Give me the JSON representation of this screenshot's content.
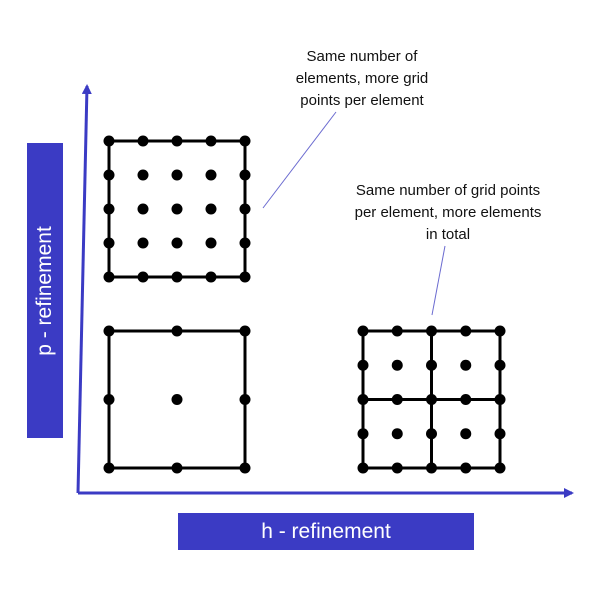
{
  "colors": {
    "axis": "#3b3bc4",
    "label_box": "#3b3bc4",
    "element": "#000000",
    "leader_line": "#6b6bd0"
  },
  "axes": {
    "x_label": "h - refinement",
    "y_label": "p - refinement"
  },
  "annotations": {
    "p_refinement": {
      "lines": [
        "Same number of",
        "elements, more grid",
        "points per element"
      ]
    },
    "h_refinement": {
      "lines": [
        "Same number of grid points",
        "per element, more elements",
        "in total"
      ]
    }
  },
  "elements": {
    "base": {
      "points_per_side": 3,
      "subdivisions": 1
    },
    "p_refined": {
      "points_per_side": 5,
      "subdivisions": 1
    },
    "h_refined": {
      "points_per_side": 3,
      "subdivisions": 2
    }
  }
}
